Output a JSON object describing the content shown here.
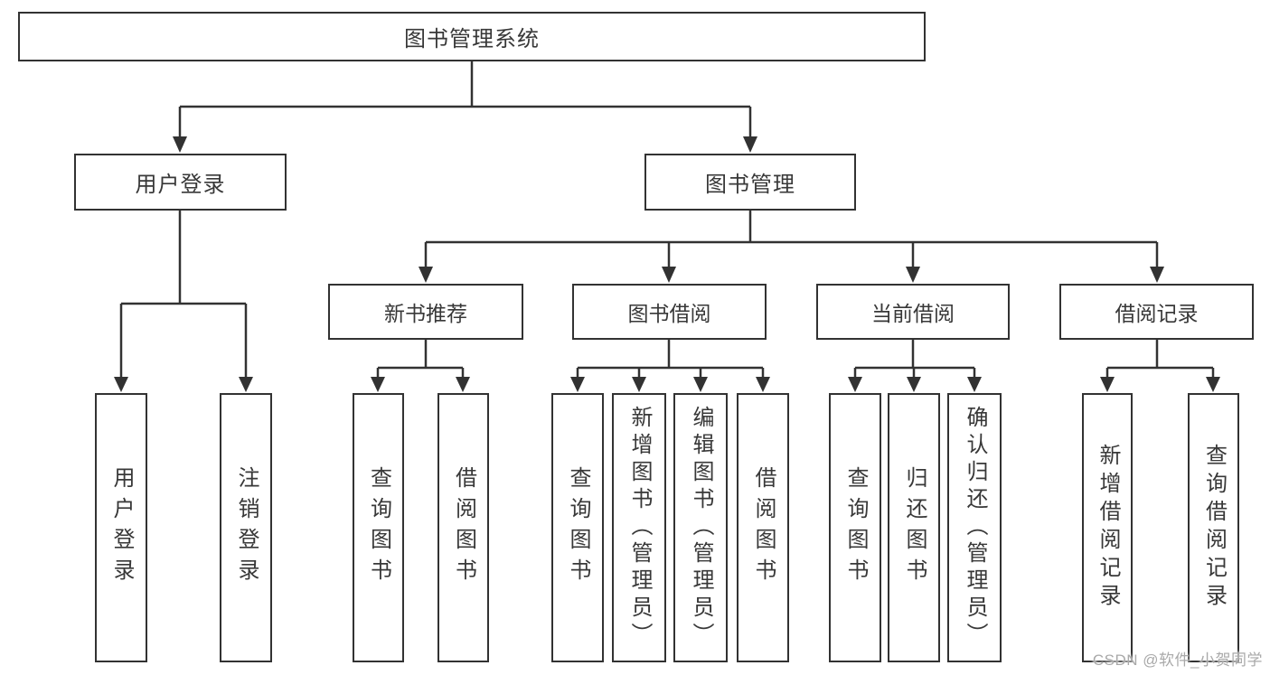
{
  "diagram_title": "图书管理系统",
  "tree": {
    "root": {
      "label": "图书管理系统"
    },
    "branches": [
      {
        "label": "用户登录",
        "children": [
          {
            "label": "用户登录"
          },
          {
            "label": "注销登录"
          }
        ]
      },
      {
        "label": "图书管理",
        "children": [
          {
            "label": "新书推荐",
            "children": [
              {
                "label": "查询图书"
              },
              {
                "label": "借阅图书"
              }
            ]
          },
          {
            "label": "图书借阅",
            "children": [
              {
                "label": "查询图书"
              },
              {
                "label": "新增图书（管理员）"
              },
              {
                "label": "编辑图书（管理员）"
              },
              {
                "label": "借阅图书"
              }
            ]
          },
          {
            "label": "当前借阅",
            "children": [
              {
                "label": "查询图书"
              },
              {
                "label": "归还图书"
              },
              {
                "label": "确认归还（管理员）"
              }
            ]
          },
          {
            "label": "借阅记录",
            "children": [
              {
                "label": "新增借阅记录"
              },
              {
                "label": "查询借阅记录"
              }
            ]
          }
        ]
      }
    ]
  },
  "watermark": {
    "text": "CSDN @软件_小贺同学"
  },
  "colors": {
    "line": "#323232",
    "box_border": "#323232",
    "text": "#383838",
    "background": "#ffffff",
    "watermark": "#a9a9a9"
  }
}
